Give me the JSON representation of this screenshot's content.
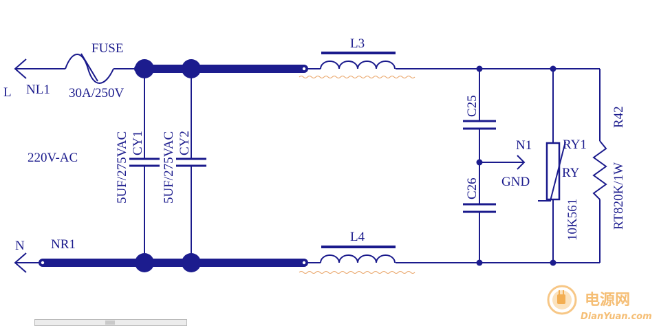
{
  "labels": {
    "fuse": "FUSE",
    "fuse_rating": "30A/250V",
    "line_terminal": "L",
    "line_net": "NL1",
    "neutral_terminal": "N",
    "neutral_net": "NR1",
    "supply": "220V-AC",
    "cy1_name": "CY1",
    "cy1_value": "5UF/275VAC",
    "cy2_name": "CY2",
    "cy2_value": "5UF/275VAC",
    "l3": "L3",
    "l4": "L4",
    "c25": "C25",
    "c26": "C26",
    "n1": "N1",
    "gnd": "GND",
    "ry1_name": "RY1",
    "ry1_type": "RY",
    "ry1_value": "10K561",
    "r42_name": "R42",
    "r42_value": "RT820K/1W"
  },
  "watermark": {
    "site_cn": "电源网",
    "site_url": "DianYuan.com"
  },
  "colors": {
    "wire": "#1a1a8c",
    "trace": "#1c1c8e",
    "watermark": "#f2a640"
  }
}
